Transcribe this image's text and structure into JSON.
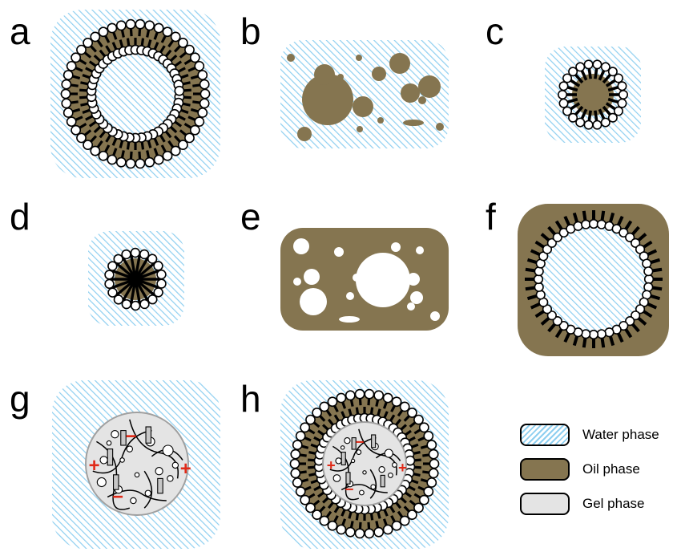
{
  "colors": {
    "water_stripe": "#8ecff0",
    "water_bg": "#ffffff",
    "oil": "#857550",
    "gel": "#e4e4e4",
    "outline": "#000000",
    "charge": "#e02a18"
  },
  "panels": [
    {
      "label": "a",
      "structure": "liposome-bilayer"
    },
    {
      "label": "b",
      "structure": "oil-in-water-emulsion"
    },
    {
      "label": "c",
      "structure": "micelle"
    },
    {
      "label": "d",
      "structure": "micelle-tail-packed"
    },
    {
      "label": "e",
      "structure": "water-in-oil-emulsion"
    },
    {
      "label": "f",
      "structure": "reverse-micelle"
    },
    {
      "label": "g",
      "structure": "hydrogel-particle"
    },
    {
      "label": "h",
      "structure": "gel-core-liposome"
    }
  ],
  "charges": {
    "plus": "+",
    "minus": "−"
  },
  "legend": [
    {
      "label": "Water phase",
      "phase": "water"
    },
    {
      "label": "Oil phase",
      "phase": "oil"
    },
    {
      "label": "Gel phase",
      "phase": "gel"
    }
  ]
}
